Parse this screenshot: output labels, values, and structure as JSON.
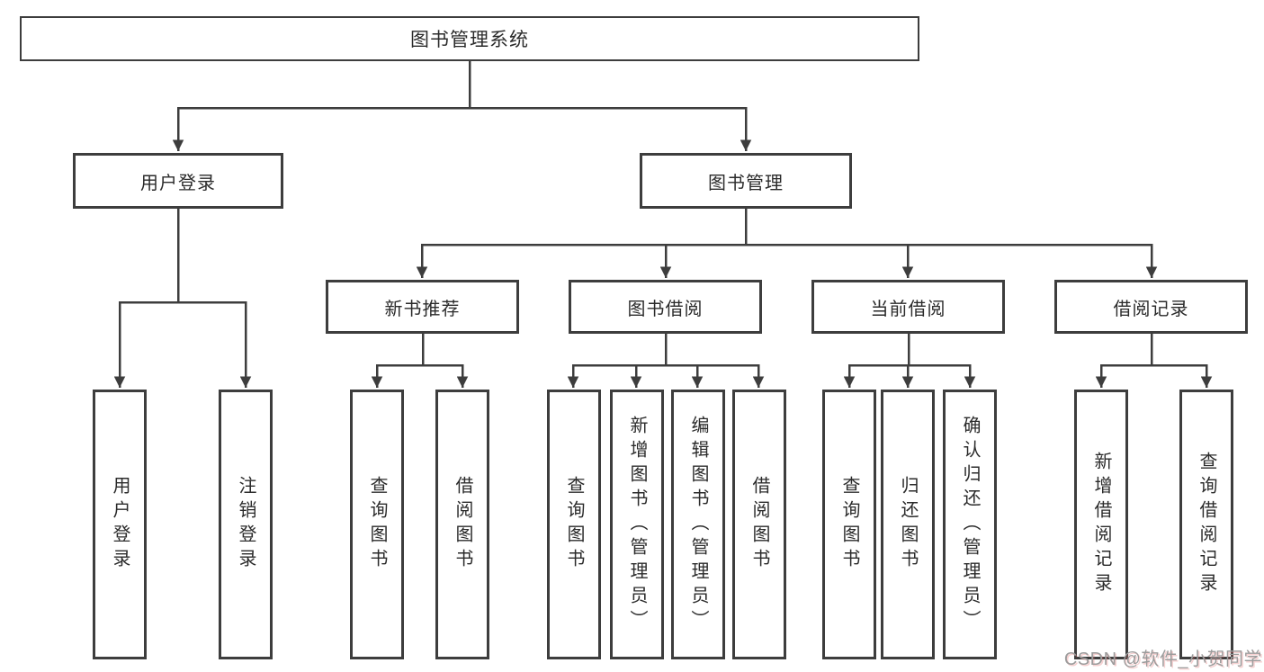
{
  "tree": {
    "label": "图书管理系统",
    "children": [
      {
        "label": "用户登录",
        "children": [
          {
            "label": "用户登录"
          },
          {
            "label": "注销登录"
          }
        ]
      },
      {
        "label": "图书管理",
        "children": [
          {
            "label": "新书推荐",
            "children": [
              {
                "label": "查询图书"
              },
              {
                "label": "借阅图书"
              }
            ]
          },
          {
            "label": "图书借阅",
            "children": [
              {
                "label": "查询图书"
              },
              {
                "label": "新增图书（管理员）"
              },
              {
                "label": "编辑图书（管理员）"
              },
              {
                "label": "借阅图书"
              }
            ]
          },
          {
            "label": "当前借阅",
            "children": [
              {
                "label": "查询图书"
              },
              {
                "label": "归还图书"
              },
              {
                "label": "确认归还（管理员）"
              }
            ]
          },
          {
            "label": "借阅记录",
            "children": [
              {
                "label": "新增借阅记录"
              },
              {
                "label": "查询借阅记录"
              }
            ]
          }
        ]
      }
    ]
  },
  "colors": {
    "line": "#3d3d3d",
    "text": "#2b2b2b",
    "background": "#ffffff",
    "watermark": "#9c9c9c"
  },
  "watermark": {
    "text": "CSDN @软件_小贺同学"
  }
}
